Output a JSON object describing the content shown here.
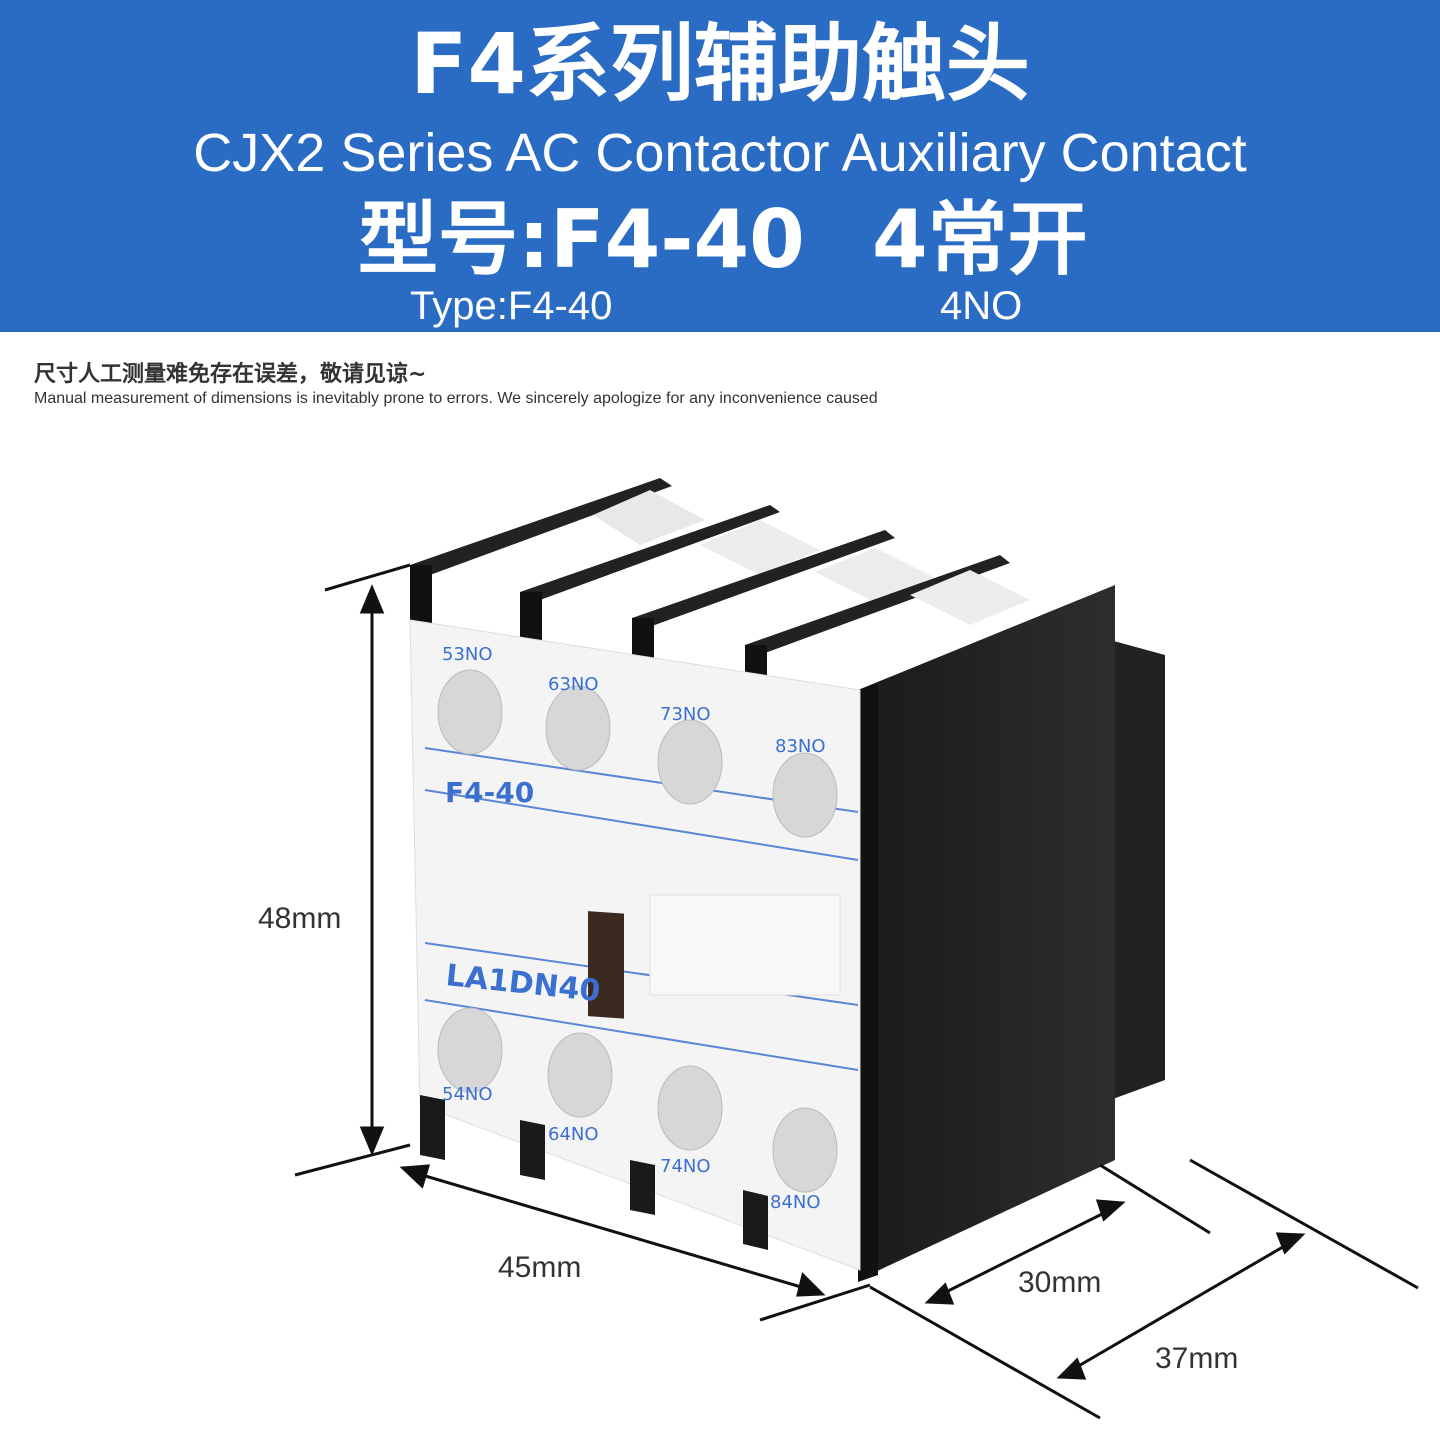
{
  "banner": {
    "title": "F4系列辅助触头",
    "subtitle": "CJX2 Series AC Contactor Auxiliary Contact",
    "model_cn": "型号:F4-40",
    "contacts_cn": "4常开",
    "model_en": "Type:F4-40",
    "contacts_en": "4NO",
    "color": "#2a6cc4"
  },
  "note": {
    "cn": "尺寸人工测量难免存在误差，敬请见谅~",
    "en": "Manual measurement of dimensions is inevitably prone to errors. We sincerely apologize for any inconvenience caused"
  },
  "product": {
    "top_terminals": [
      "53NO",
      "63NO",
      "73NO",
      "83NO"
    ],
    "bottom_terminals": [
      "54NO",
      "64NO",
      "74NO",
      "84NO"
    ],
    "model_mark": "F4-40",
    "code_mark": "LA1DN40",
    "mark_color": "#3b6fd0"
  },
  "dimensions": {
    "height": "48mm",
    "width": "45mm",
    "depth_inner": "30mm",
    "depth_outer": "37mm"
  }
}
